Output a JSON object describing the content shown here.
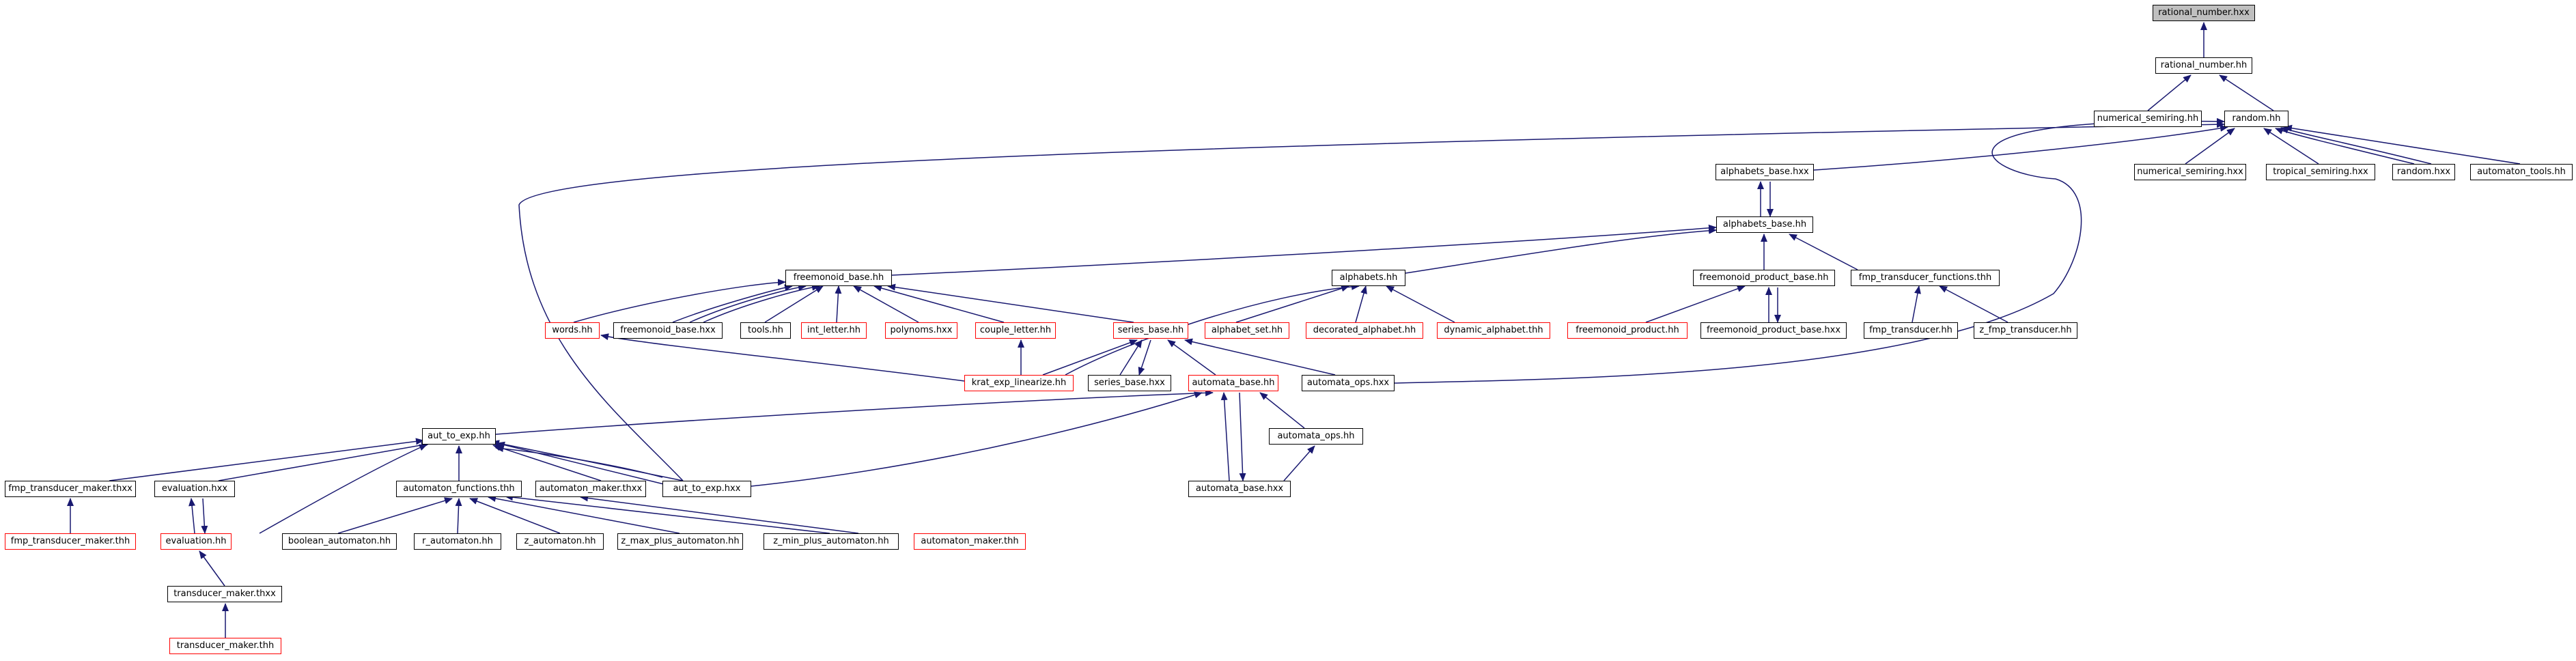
{
  "colors": {
    "edge": "#191970",
    "box": "#000000",
    "box_incomplete": "#ff0000",
    "root_fill": "#bfbfbf"
  },
  "nodes": {
    "rational_number_hxx": "rational_number.hxx",
    "rational_number_hh": "rational_number.hh",
    "numerical_semiring_hh": "numerical_semiring.hh",
    "random_hh": "random.hh",
    "alphabets_base_hxx": "alphabets_base.hxx",
    "numerical_semiring_hxx": "numerical_semiring.hxx",
    "tropical_semiring_hxx": "tropical_semiring.hxx",
    "random_hxx": "random.hxx",
    "automaton_tools_hh": "automaton_tools.hh",
    "alphabets_base_hh": "alphabets_base.hh",
    "freemonoid_base_hh": "freemonoid_base.hh",
    "alphabets_hh": "alphabets.hh",
    "freemonoid_product_base_hh": "freemonoid_product_base.hh",
    "fmp_transducer_functions_thh": "fmp_transducer_functions.thh",
    "words_hh": "words.hh",
    "freemonoid_base_hxx": "freemonoid_base.hxx",
    "tools_hh": "tools.hh",
    "int_letter_hh": "int_letter.hh",
    "polynoms_hxx": "polynoms.hxx",
    "couple_letter_hh": "couple_letter.hh",
    "series_base_hh": "series_base.hh",
    "alphabet_set_hh": "alphabet_set.hh",
    "decorated_alphabet_hh": "decorated_alphabet.hh",
    "dynamic_alphabet_thh": "dynamic_alphabet.thh",
    "freemonoid_product_hh": "freemonoid_product.hh",
    "freemonoid_product_base_hxx": "freemonoid_product_base.hxx",
    "fmp_transducer_hh": "fmp_transducer.hh",
    "z_fmp_transducer_hh": "z_fmp_transducer.hh",
    "krat_exp_linearize_hh": "krat_exp_linearize.hh",
    "series_base_hxx": "series_base.hxx",
    "automata_base_hh": "automata_base.hh",
    "automata_ops_hxx": "automata_ops.hxx",
    "aut_to_exp_hh": "aut_to_exp.hh",
    "automata_ops_hh": "automata_ops.hh",
    "fmp_transducer_maker_thxx": "fmp_transducer_maker.thxx",
    "evaluation_hxx": "evaluation.hxx",
    "automaton_functions_thh": "automaton_functions.thh",
    "automaton_maker_thxx": "automaton_maker.thxx",
    "aut_to_exp_hxx": "aut_to_exp.hxx",
    "automata_base_hxx": "automata_base.hxx",
    "fmp_transducer_maker_thh": "fmp_transducer_maker.thh",
    "evaluation_hh": "evaluation.hh",
    "boolean_automaton_hh": "boolean_automaton.hh",
    "r_automaton_hh": "r_automaton.hh",
    "z_automaton_hh": "z_automaton.hh",
    "z_max_plus_automaton_hh": "z_max_plus_automaton.hh",
    "z_min_plus_automaton_hh": "z_min_plus_automaton.hh",
    "automaton_maker_thh": "automaton_maker.thh",
    "transducer_maker_thxx": "transducer_maker.thxx",
    "transducer_maker_thh": "transducer_maker.thh"
  }
}
